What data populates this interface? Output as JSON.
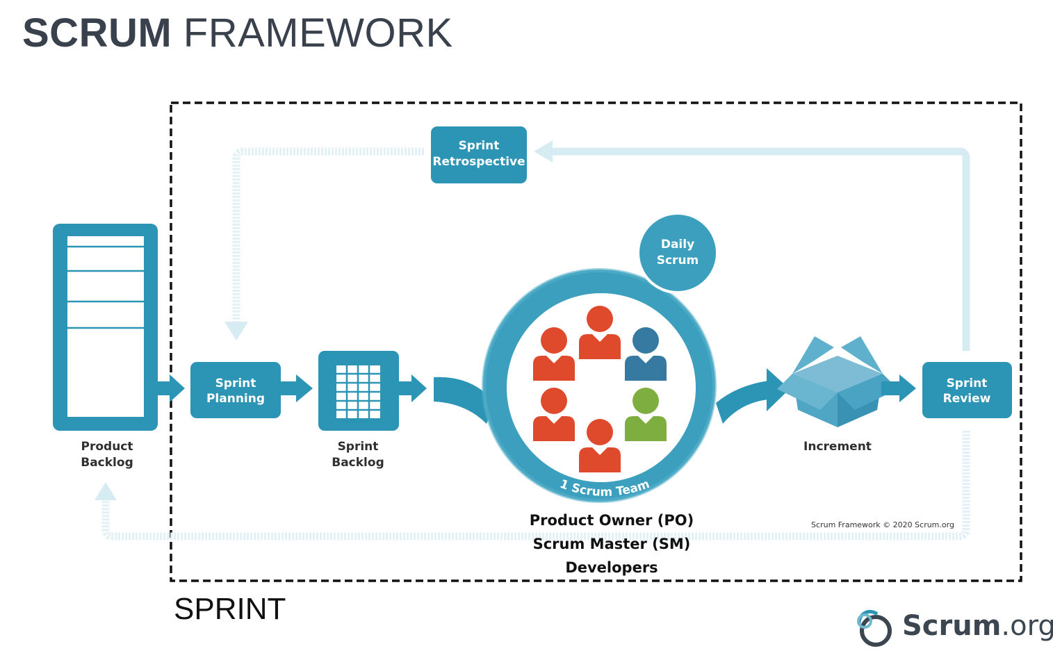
{
  "title": {
    "bold": "SCRUM",
    "rest": "FRAMEWORK"
  },
  "nodes": {
    "sprint_retrospective": [
      "Sprint",
      "Retrospective"
    ],
    "daily_scrum": [
      "Daily",
      "Scrum"
    ],
    "product_backlog": [
      "Product",
      "Backlog"
    ],
    "sprint_planning": [
      "Sprint",
      "Planning"
    ],
    "sprint_backlog": [
      "Sprint",
      "Backlog"
    ],
    "increment": "Increment",
    "sprint_review": [
      "Sprint",
      "Review"
    ],
    "team_ring": "1 Scrum Team"
  },
  "roles": [
    "Product Owner (PO)",
    "Scrum Master (SM)",
    "Developers"
  ],
  "copyright": "Scrum Framework © 2020 Scrum.org",
  "sprint_label": "SPRINT",
  "logo": {
    "main": "Scrum",
    "suffix": ".org",
    "mark": "™"
  },
  "colors": {
    "teal": "#2c95b5",
    "light_teal": "#d7ebf2",
    "ring": "#3b9fbd",
    "person_red": "#e04a2c",
    "person_blue": "#3679a1",
    "person_green": "#7dae3f",
    "title": "#39414c"
  }
}
